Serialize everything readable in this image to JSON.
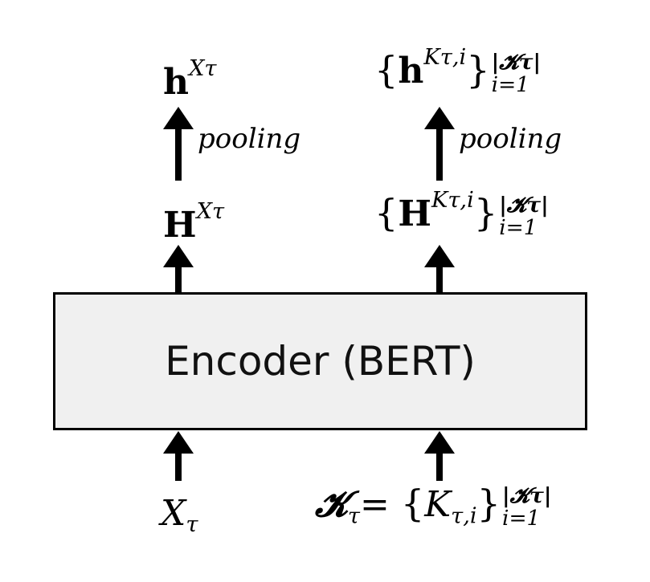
{
  "encoder": {
    "label": "Encoder (BERT)"
  },
  "annotations": {
    "left_pooling": "pooling",
    "right_pooling": "pooling"
  },
  "nodes": {
    "h": "h",
    "X_tau_sup": "Xτ",
    "H": "H",
    "X_tau_sup2": "Xτ",
    "brace_open": "{",
    "brace_close": "}",
    "K_tau_i_sup": "Kτ,i",
    "limit_upper": "|𝓚τ|",
    "limit_lower": "i=1",
    "X_tau_input": "X",
    "tau": "τ",
    "K_set": "𝓚",
    "equals": "=",
    "K_elem": "K",
    "tau_i": "τ,i"
  }
}
